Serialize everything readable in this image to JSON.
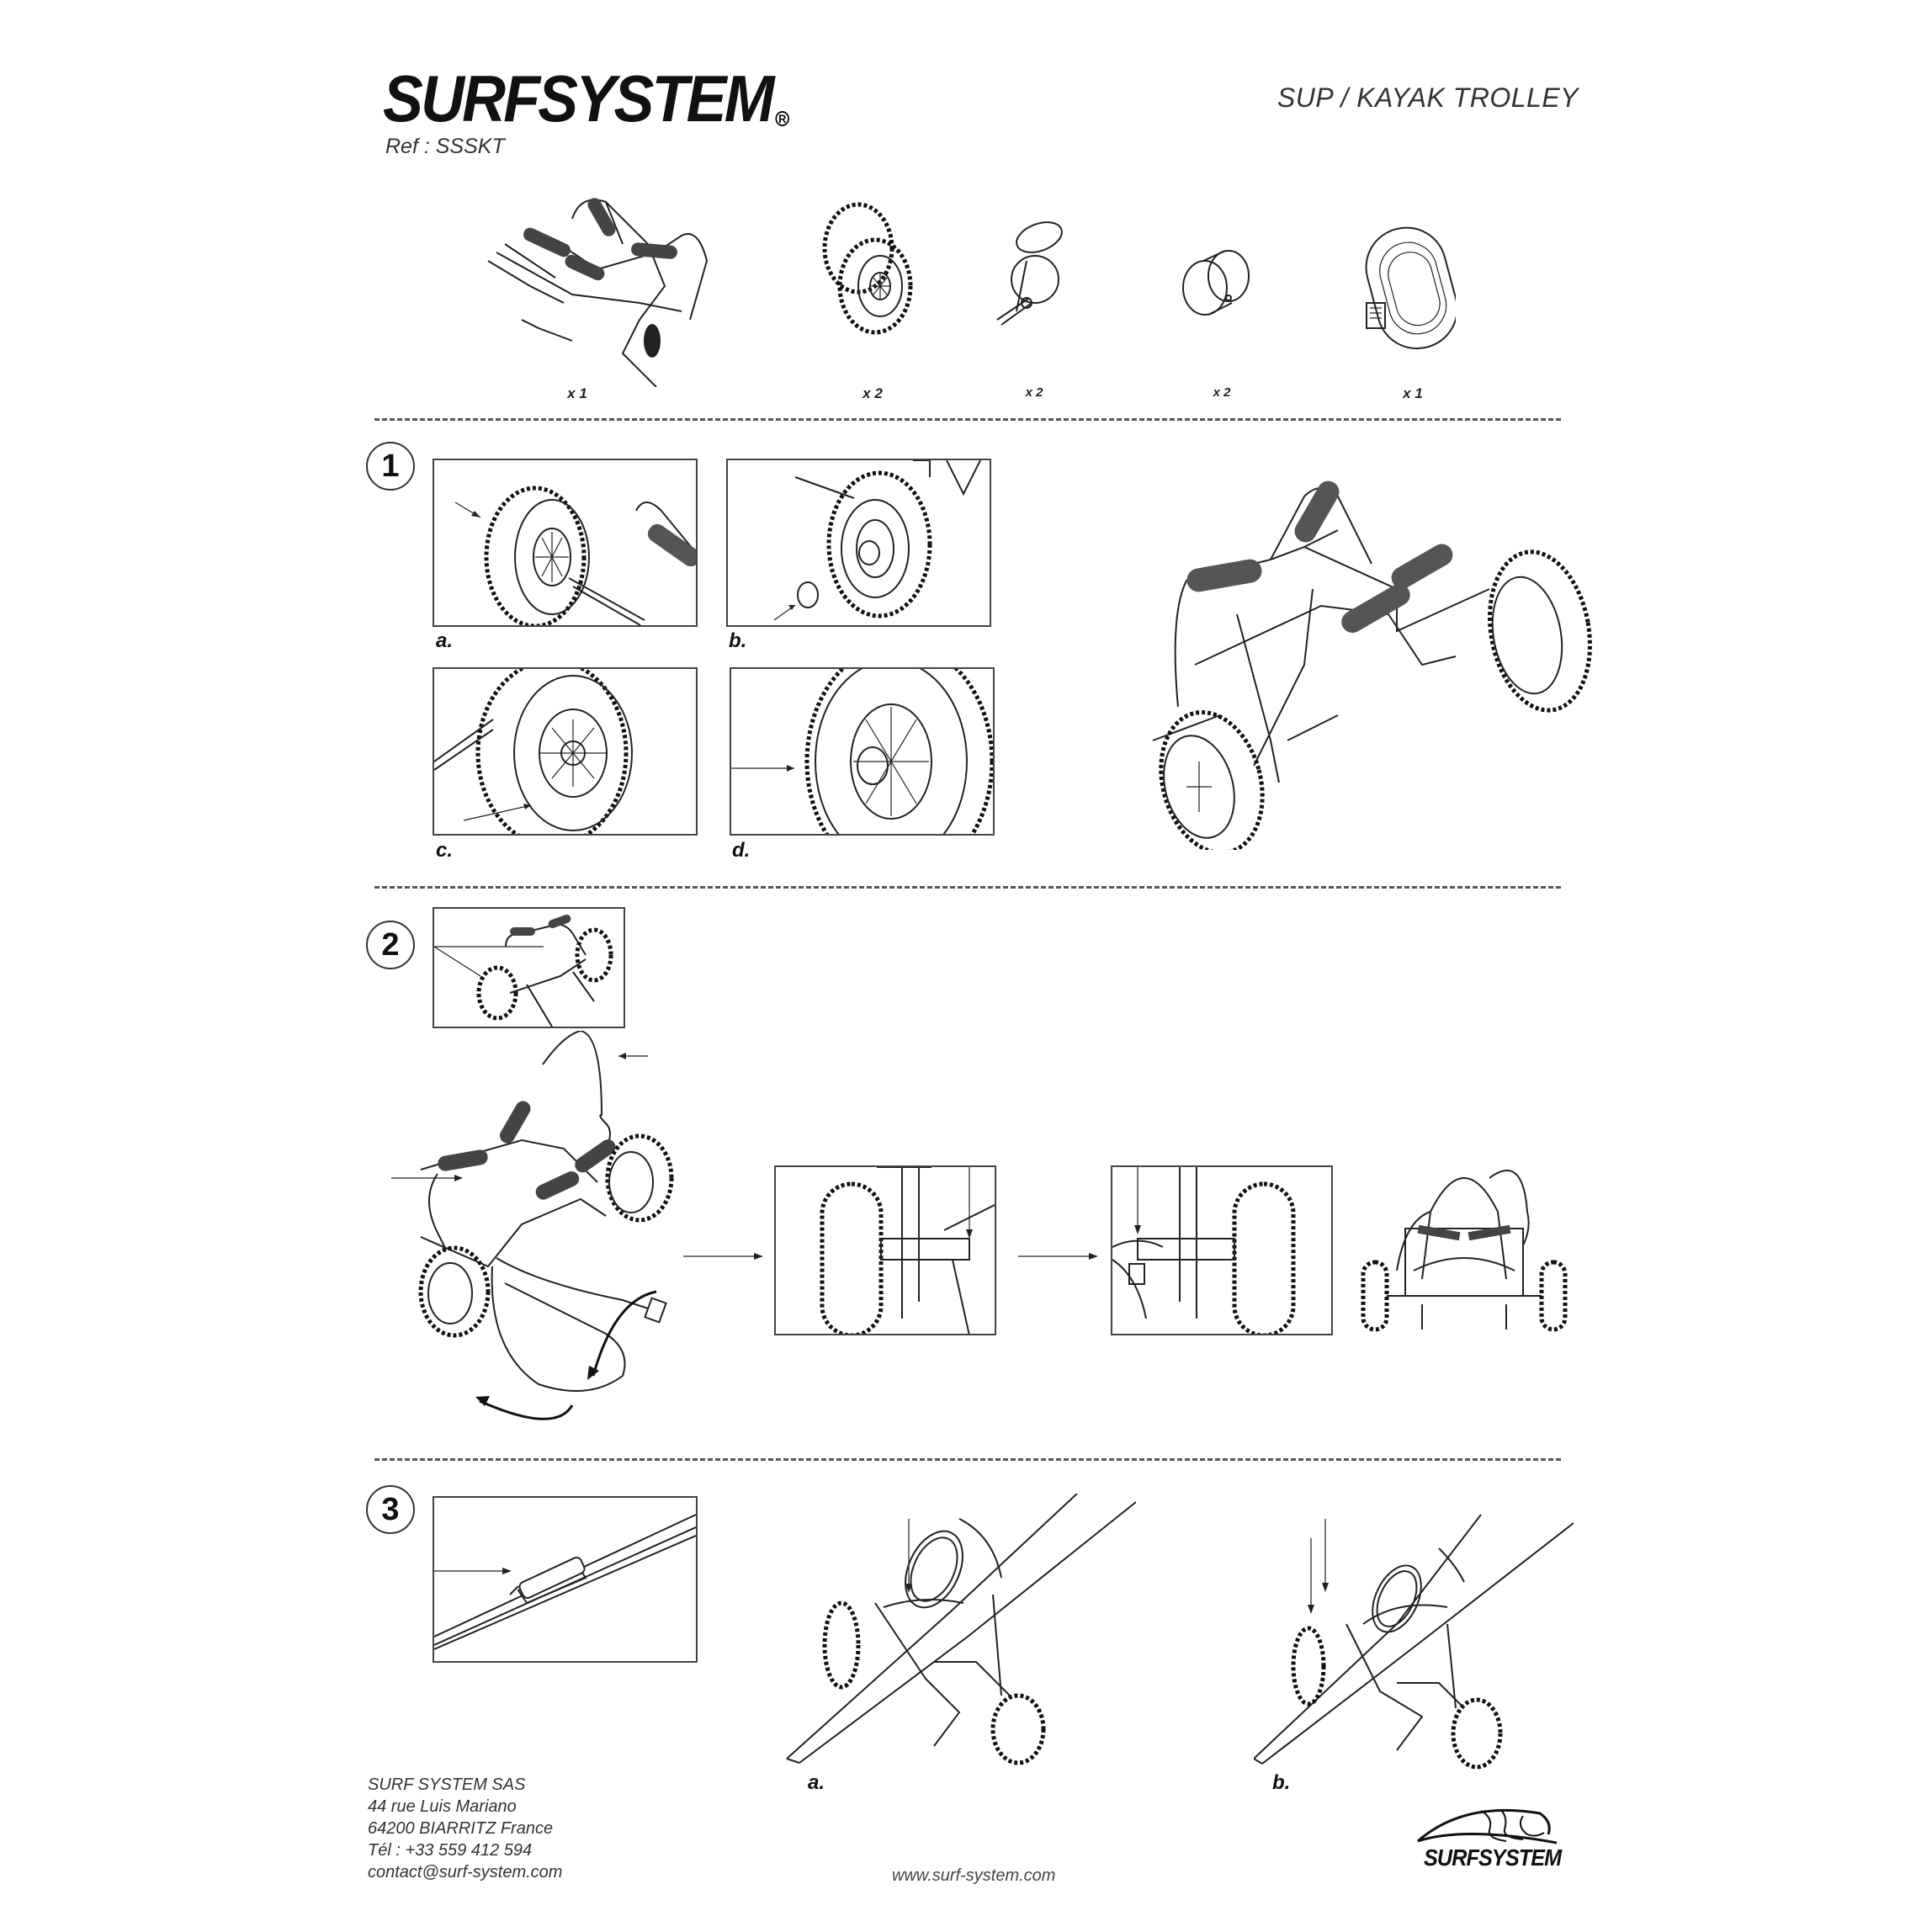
{
  "header": {
    "brand": "SURFSYSTEM",
    "registered_mark": "R",
    "ref": "Ref : SSSKT",
    "title": "SUP / KAYAK TROLLEY"
  },
  "parts": [
    {
      "name": "trolley-frame",
      "qty": "x 1"
    },
    {
      "name": "wheels",
      "qty": "x 2"
    },
    {
      "name": "lock-pins",
      "qty": "x 2"
    },
    {
      "name": "hub-caps",
      "qty": "x 2"
    },
    {
      "name": "strap",
      "qty": "x 1"
    }
  ],
  "steps": [
    {
      "number": "1",
      "sub_panels": [
        {
          "label": "a."
        },
        {
          "label": "b."
        },
        {
          "label": "c."
        },
        {
          "label": "d."
        }
      ]
    },
    {
      "number": "2"
    },
    {
      "number": "3",
      "sub_panels": [
        {
          "label": "a."
        },
        {
          "label": "b."
        }
      ]
    }
  ],
  "footer": {
    "address_lines": [
      "SURF SYSTEM SAS",
      "44 rue Luis Mariano",
      "64200 BIARRITZ  France",
      "Tél : +33 559 412 594",
      "contact@surf-system.com"
    ],
    "website": "www.surf-system.com",
    "logo_text": "SURFSYSTEM"
  }
}
